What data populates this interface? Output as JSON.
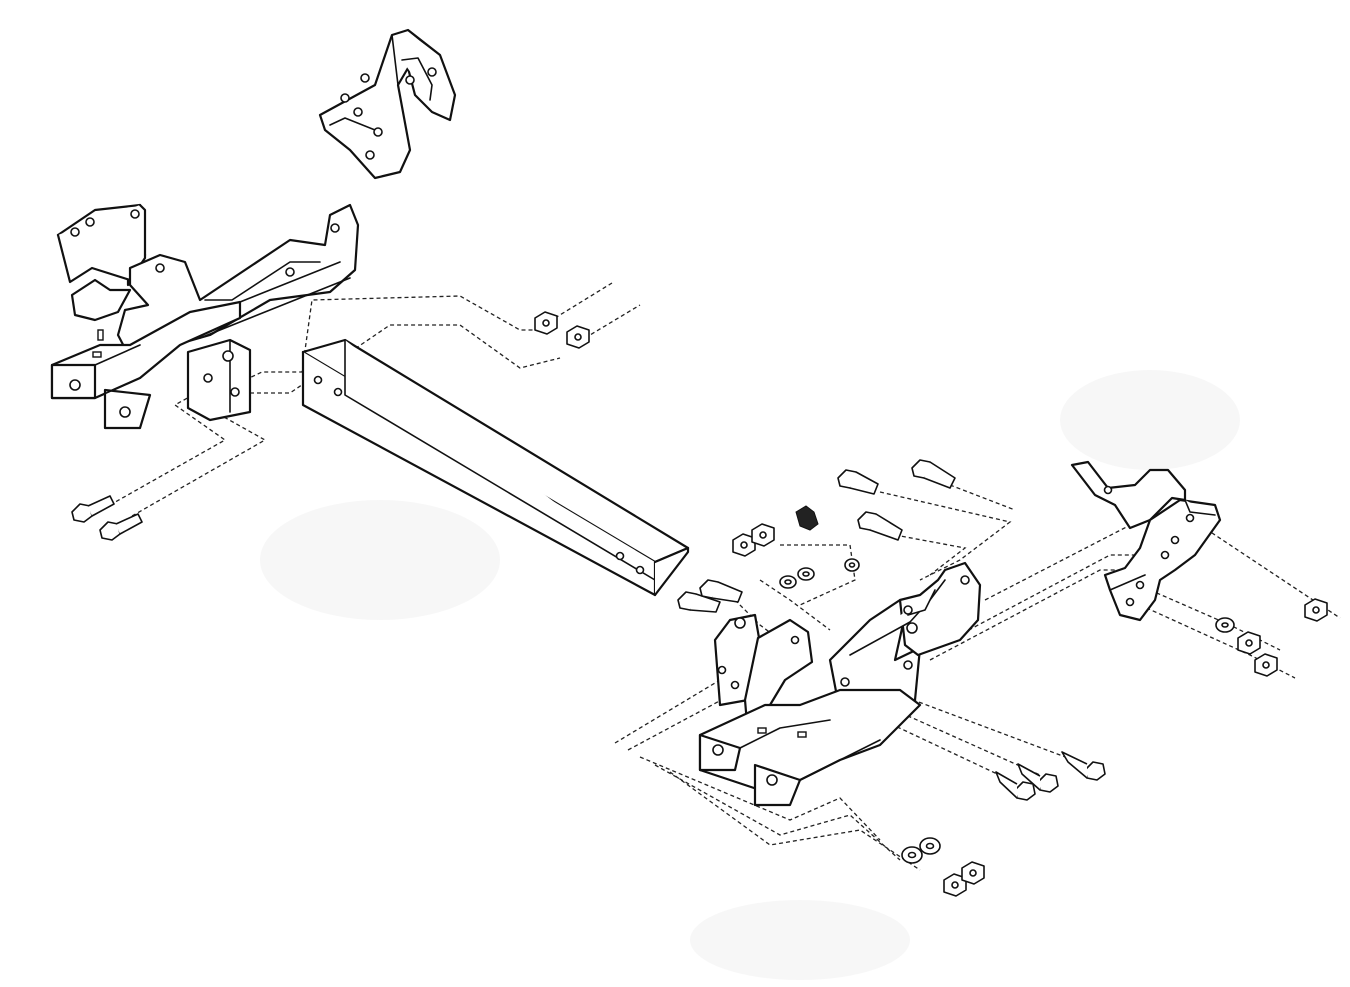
{
  "diagram": {
    "kind": "exploded-assembly",
    "line_color": "#111111",
    "background_color": "#ffffff",
    "parts": [
      {
        "id": "upper-left-bracket"
      },
      {
        "id": "left-frame-mount"
      },
      {
        "id": "cross-tube"
      },
      {
        "id": "right-frame-mount"
      },
      {
        "id": "right-side-bracket"
      },
      {
        "id": "bolt-set-left"
      },
      {
        "id": "nut-set-top"
      },
      {
        "id": "bolt-set-center"
      },
      {
        "id": "washer-nut-set-center"
      },
      {
        "id": "bolt-set-lower-right"
      },
      {
        "id": "washer-nut-set-bottom"
      },
      {
        "id": "washer-nut-set-right"
      }
    ]
  }
}
